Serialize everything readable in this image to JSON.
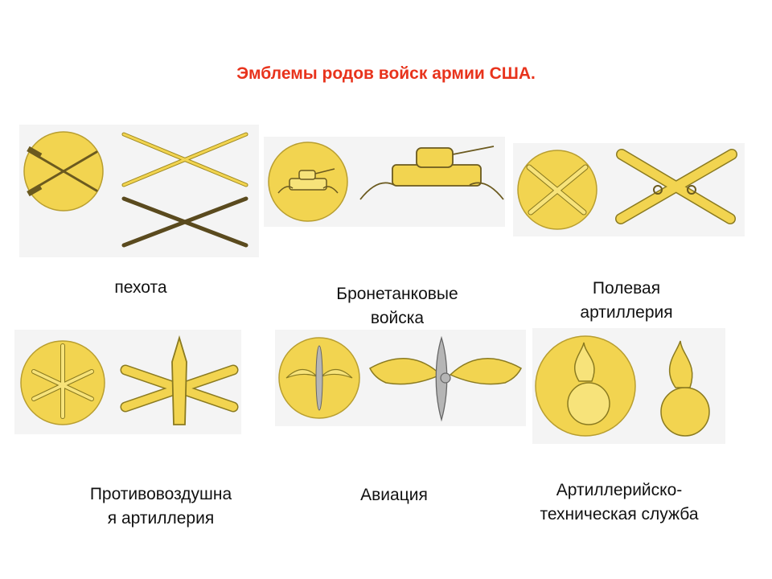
{
  "title": "Эмблемы родов войск армии США.",
  "colors": {
    "title": "#e8331c",
    "insignia_gold": "#f2d450",
    "insignia_outline": "#8a7a20",
    "dark_rifle": "#5a4a1e"
  },
  "emblems": [
    {
      "id": "infantry",
      "icon": "crossed-rifles-icon",
      "caption": [
        "пехота"
      ]
    },
    {
      "id": "armor",
      "icon": "tank-icon",
      "caption": [
        "Бронетанковые",
        "войска"
      ]
    },
    {
      "id": "field-artillery",
      "icon": "crossed-cannons-icon",
      "caption": [
        "Полевая",
        "артиллерия"
      ]
    },
    {
      "id": "air-defense",
      "icon": "cannons-missile-icon",
      "caption": [
        "Противовоздушна",
        "я артиллерия"
      ]
    },
    {
      "id": "aviation",
      "icon": "winged-propeller-icon",
      "caption": [
        "Авиация"
      ]
    },
    {
      "id": "ordnance",
      "icon": "flaming-bomb-icon",
      "caption": [
        "Артиллерийско-",
        "техническая служба"
      ]
    }
  ]
}
